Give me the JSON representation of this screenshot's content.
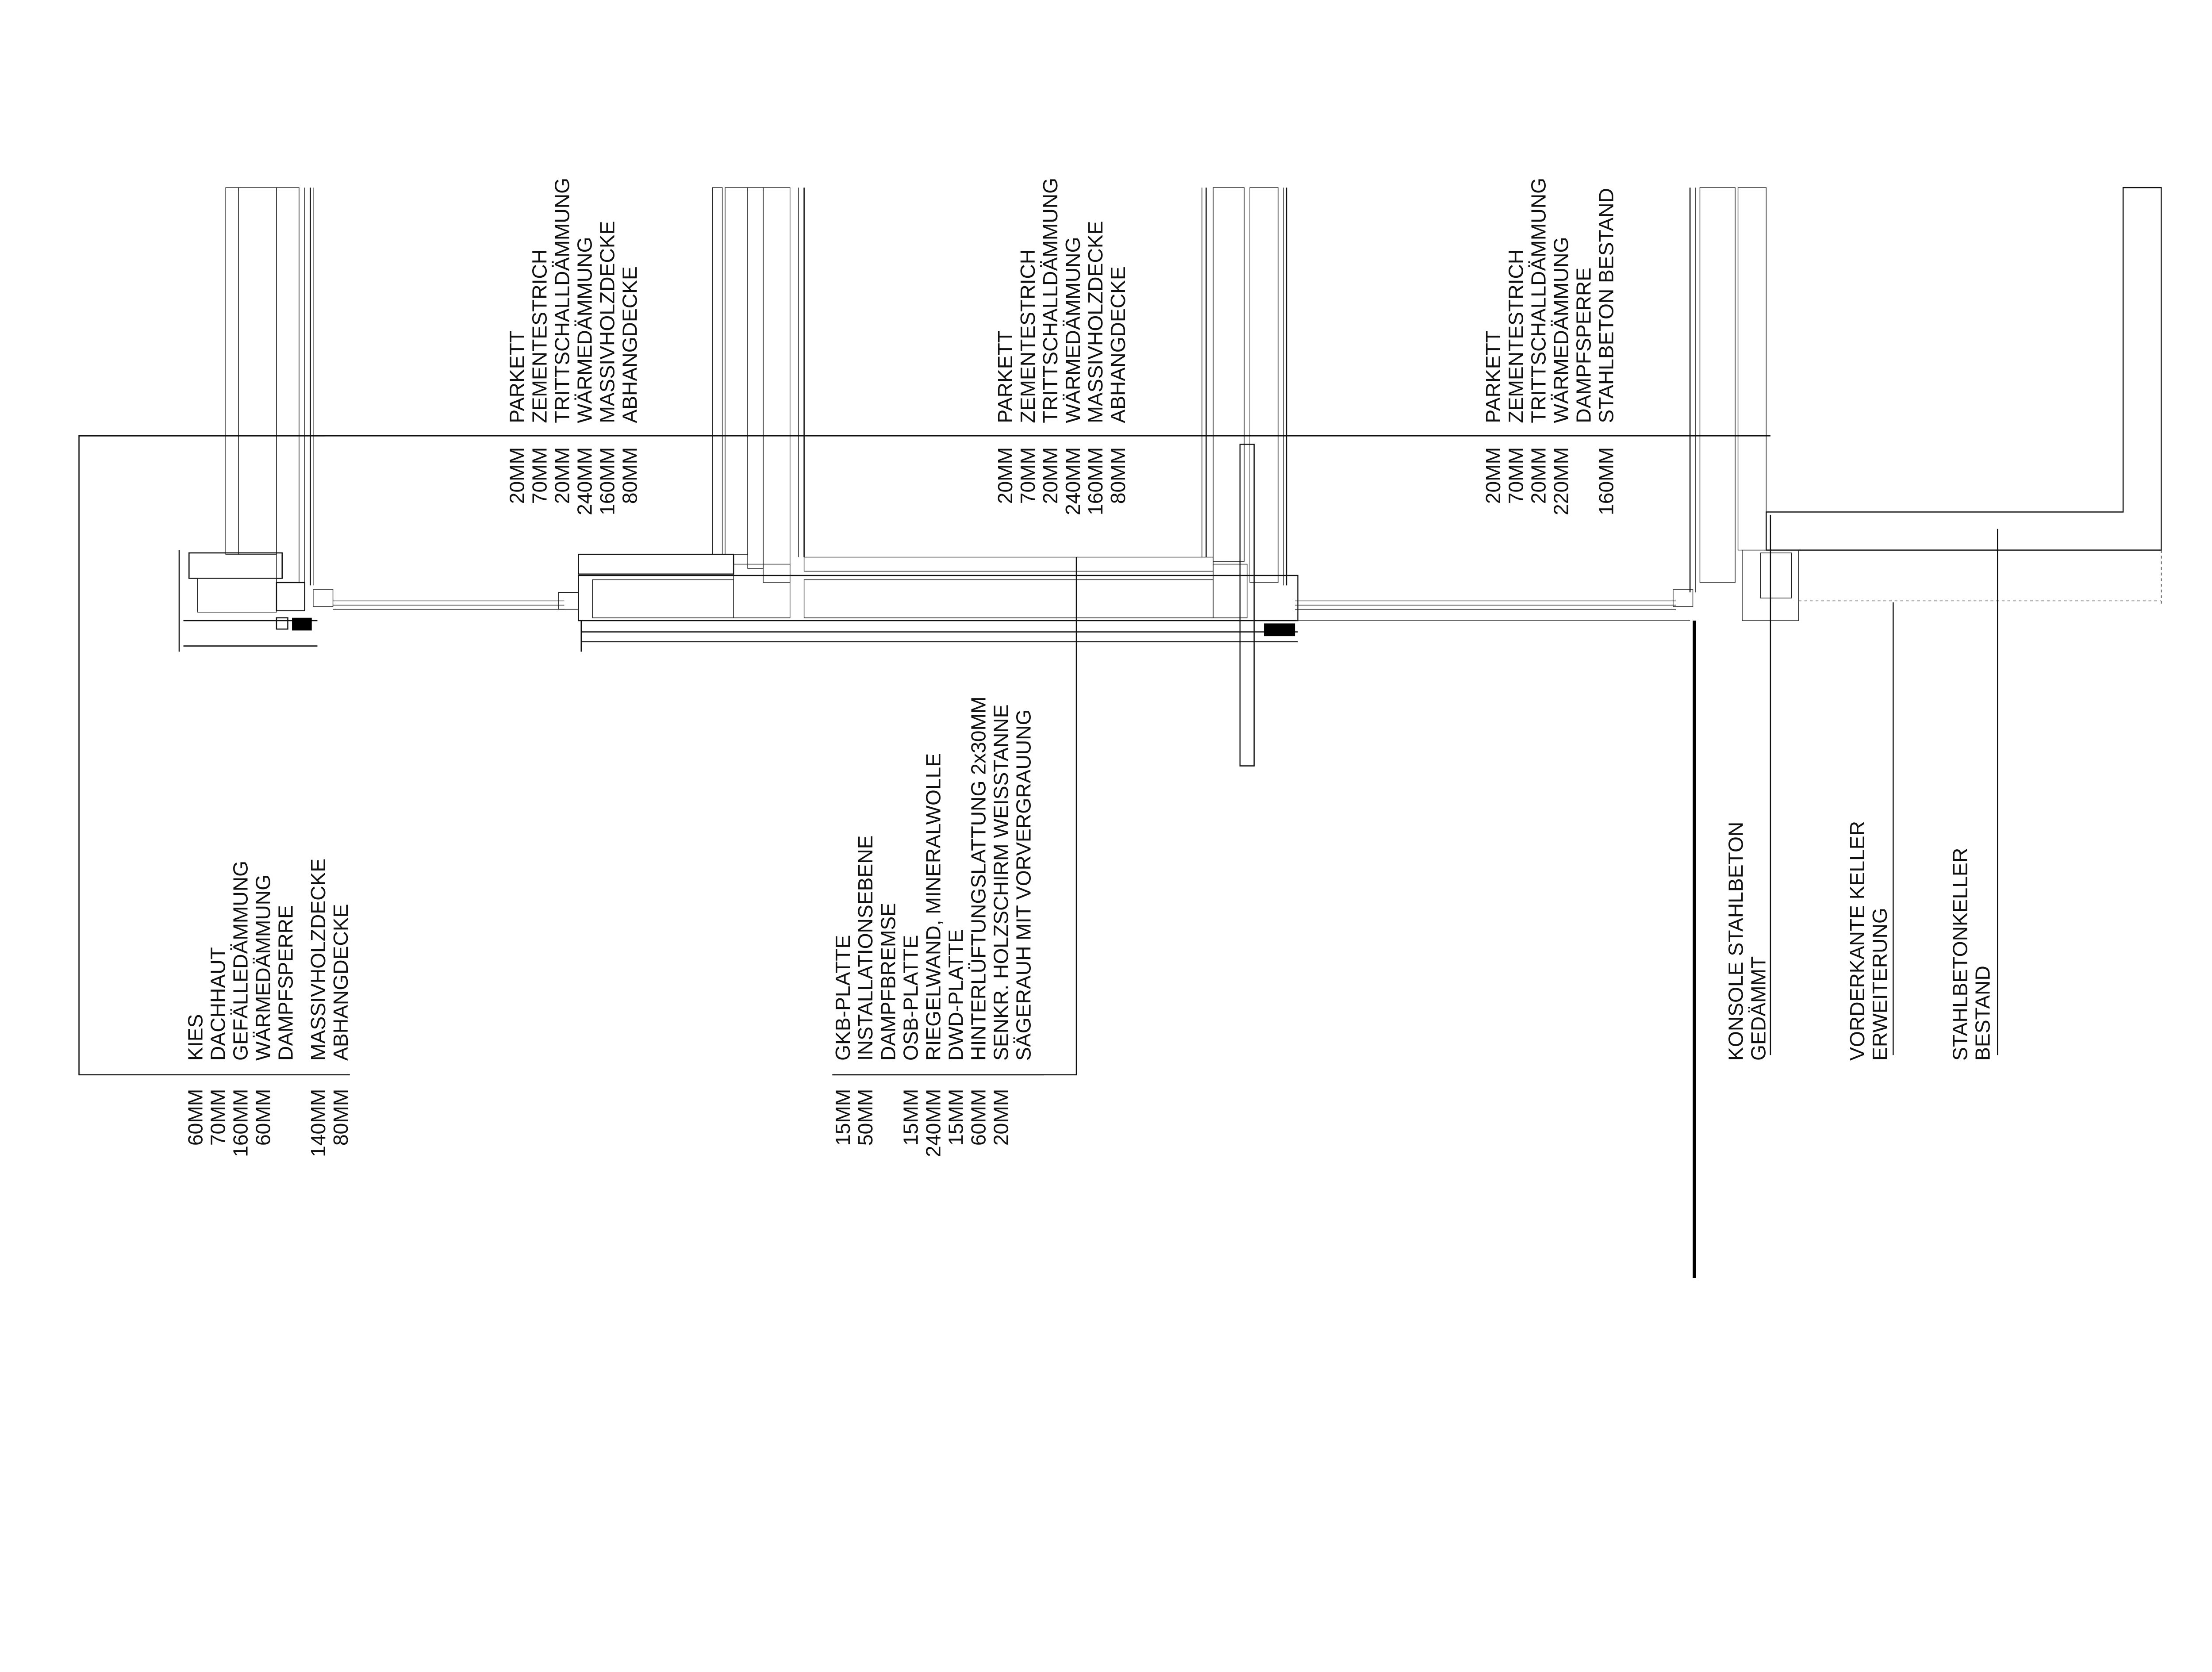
{
  "roof": {
    "layers": [
      {
        "thickness": "60MM",
        "label": "KIES"
      },
      {
        "thickness": "70MM",
        "label": "DACHHAUT"
      },
      {
        "thickness": "160MM",
        "label": "GEFÄLLEDÄMMUNG"
      },
      {
        "thickness": "60MM",
        "label": "WÄRMEDÄMMUNG"
      },
      {
        "thickness": "",
        "label": "DAMPFSPERRE"
      },
      {
        "thickness": "140MM",
        "label": "MASSIVHOLZDECKE"
      },
      {
        "thickness": "80MM",
        "label": "ABHANGDECKE"
      }
    ]
  },
  "wall": {
    "layers": [
      {
        "thickness": "15MM",
        "label": "GKB-PLATTE"
      },
      {
        "thickness": "50MM",
        "label": "INSTALLATIONSEBENE"
      },
      {
        "thickness": "",
        "label": "DAMPFBREMSE"
      },
      {
        "thickness": "15MM",
        "label": "OSB-PLATTE"
      },
      {
        "thickness": "240MM",
        "label": "RIEGELWAND, MINERALWOLLE"
      },
      {
        "thickness": "15MM",
        "label": "DWD-PLATTE"
      },
      {
        "thickness": "60MM",
        "label": "HINTERLÜFTUNGSLATTUNG 2x30MM"
      },
      {
        "thickness": "20MM",
        "label": "SENKR. HOLZSCHIRM WEISSTANNE"
      },
      {
        "thickness": "",
        "label": "SÄGERAUH MIT VORVERGRAUUNG"
      }
    ]
  },
  "floor_upper": {
    "layers": [
      {
        "thickness": "20MM",
        "label": "PARKETT"
      },
      {
        "thickness": "70MM",
        "label": "ZEMENTESTRICH"
      },
      {
        "thickness": "20MM",
        "label": "TRITTSCHALLDÄMMUNG"
      },
      {
        "thickness": "240MM",
        "label": "WÄRMEDÄMMUNG"
      },
      {
        "thickness": "160MM",
        "label": "MASSIVHOLZDECKE"
      },
      {
        "thickness": "80MM",
        "label": "ABHANGDECKE"
      }
    ]
  },
  "floor_middle": {
    "layers": [
      {
        "thickness": "20MM",
        "label": "PARKETT"
      },
      {
        "thickness": "70MM",
        "label": "ZEMENTESTRICH"
      },
      {
        "thickness": "20MM",
        "label": "TRITTSCHALLDÄMMUNG"
      },
      {
        "thickness": "240MM",
        "label": "WÄRMEDÄMMUNG"
      },
      {
        "thickness": "160MM",
        "label": "MASSIVHOLZDECKE"
      },
      {
        "thickness": "80MM",
        "label": "ABHANGDECKE"
      }
    ]
  },
  "floor_ground": {
    "layers": [
      {
        "thickness": "20MM",
        "label": "PARKETT"
      },
      {
        "thickness": "70MM",
        "label": "ZEMENTESTRICH"
      },
      {
        "thickness": "20MM",
        "label": "TRITTSCHALLDÄMMUNG"
      },
      {
        "thickness": "220MM",
        "label": "WÄRMEDÄMMUNG"
      },
      {
        "thickness": "",
        "label": "DAMPFSPERRE"
      },
      {
        "thickness": "160MM",
        "label": "STAHLBETON BESTAND"
      }
    ]
  },
  "annotations": [
    {
      "line1": "KONSOLE STAHLBETON",
      "line2": "GEDÄMMT"
    },
    {
      "line1": "VORDERKANTE KELLER",
      "line2": "ERWEITERUNG"
    },
    {
      "line1": "STAHLBETONKELLER",
      "line2": "BESTAND"
    }
  ]
}
